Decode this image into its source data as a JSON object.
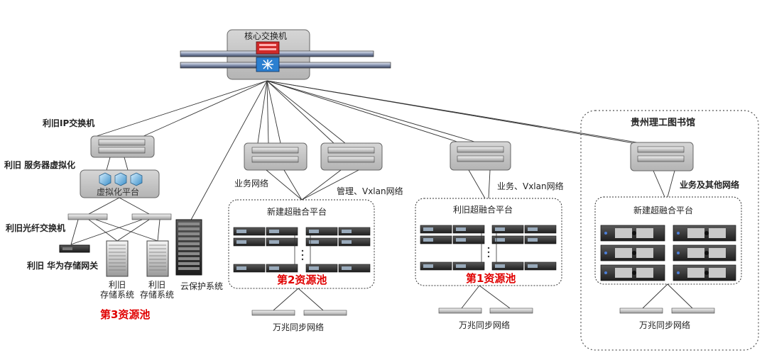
{
  "core_switch": {
    "label": "核心交换机"
  },
  "campus": {
    "title": "贵州理工图书馆"
  },
  "left_group": {
    "ip_switch_label": "利旧IP交换机",
    "server_virt_label": "利旧 服务器虚拟化",
    "virt_platform_label": "虚拟化平台",
    "fc_switch_label": "利旧光纤交换机",
    "storage_gateway_label": "利旧 华为存储网关",
    "storage1_line1": "利旧",
    "storage1_line2": "存储系统",
    "storage2_line1": "利旧",
    "storage2_line2": "存储系统",
    "cloud_protect_label": "云保护系统",
    "pool_label": "第3资源池"
  },
  "pool2": {
    "business_net_label": "业务网络",
    "mgmt_net_label": "管理、Vxlan网络",
    "platform_label": "新建超融合平台",
    "pool_label": "第2资源池",
    "sync_net_label": "万兆同步网络"
  },
  "pool1": {
    "net_label": "业务、Vxlan网络",
    "platform_label": "利旧超融合平台",
    "pool_label": "第1资源池",
    "sync_net_label": "万兆同步网络"
  },
  "pool_campus": {
    "net_label": "业务及其他网络",
    "platform_label": "新建超融合平台",
    "sync_net_label": "万兆同步网络"
  },
  "colors": {
    "pool_label": "#e00000",
    "box_fill": "#c8c8c8",
    "link": "#333333"
  }
}
